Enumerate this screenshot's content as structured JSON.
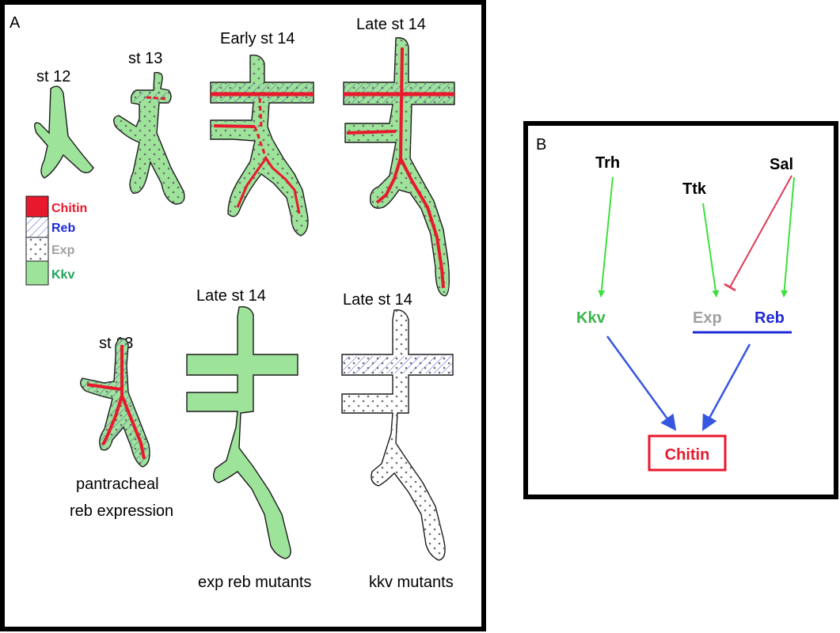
{
  "panel_a": {
    "label": "A",
    "stages": {
      "st12": "st 12",
      "st13": "st 13",
      "early14": "Early st 14",
      "late14": "Late st 14",
      "st13b": "st 13",
      "late14b": "Late st 14",
      "late14c": "Late st 14"
    },
    "captions": {
      "pantracheal_1": "pantracheal",
      "pantracheal_2": "reb expression",
      "exp_reb": "exp reb mutants",
      "kkv": "kkv mutants"
    },
    "legend": [
      {
        "label": "Chitin",
        "color": "#e8192c"
      },
      {
        "label": "Reb",
        "color": "#1f2ad6"
      },
      {
        "label": "Exp",
        "color": "#a0a0a0"
      },
      {
        "label": "Kkv",
        "color": "#1fa35a"
      }
    ]
  },
  "panel_b": {
    "label": "B",
    "nodes": {
      "trh": "Trh",
      "ttk": "Ttk",
      "sal": "Sal",
      "kkv": "Kkv",
      "exp": "Exp",
      "reb": "Reb",
      "chitin": "Chitin"
    },
    "colors": {
      "activate_green": "#3de03d",
      "inhibit_red": "#e03a55",
      "chitin_arrow_blue": "#3556e0",
      "kkv_text": "#3ab54a",
      "exp_text": "#a0a0a0",
      "reb_text": "#1f2ad6",
      "chitin_text": "#e8192c"
    }
  }
}
